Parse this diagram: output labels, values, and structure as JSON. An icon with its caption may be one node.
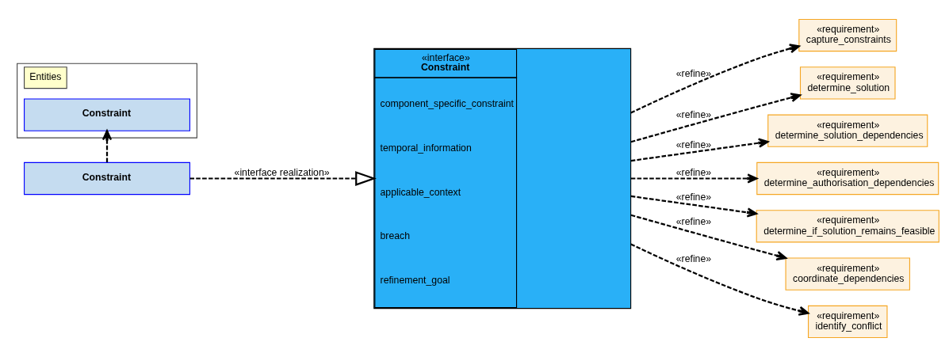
{
  "diagram": {
    "nodes": [
      {
        "text": [
          "Constraint"
        ]
      },
      {
        "text": [
          "Entities"
        ]
      },
      {
        "text": [
          "Constraint"
        ],
        "in": 1
      },
      {
        "text": [
          "«interface»",
          "Constraint",
          "component_specific_constraint",
          "temporal_information",
          "applicable_context",
          "breach",
          "refinement_goal"
        ]
      },
      {
        "text": [
          "«requirement»",
          "capture_constraints"
        ]
      },
      {
        "text": [
          "«requirement»",
          "determine_solution"
        ]
      },
      {
        "text": [
          "«requirement»",
          "determine_solution_dependencies"
        ]
      },
      {
        "text": [
          "«requirement»",
          "determine_authorisation_dependencies"
        ]
      },
      {
        "text": [
          "«requirement»",
          "determine_if_solution_remains_feasible"
        ]
      },
      {
        "text": [
          "«requirement»",
          "coordinate_dependencies"
        ]
      },
      {
        "text": [
          "«requirement»",
          "identify_conflict"
        ]
      }
    ],
    "edges": [
      {
        "from": 0,
        "to": 3,
        "arrow": "to",
        "label": "«interface realization»",
        "style": "dashed"
      },
      {
        "from": 0,
        "to": 2,
        "arrow": "to",
        "style": "dashed"
      },
      {
        "from": 3,
        "to": 4,
        "arrow": "to",
        "label": "«refine»",
        "style": "dashed"
      },
      {
        "from": 3,
        "to": 5,
        "arrow": "to",
        "label": "«refine»",
        "style": "dashed"
      },
      {
        "from": 3,
        "to": 6,
        "arrow": "to",
        "label": "«refine»",
        "style": "dashed"
      },
      {
        "from": 3,
        "to": 7,
        "arrow": "to",
        "label": "«refine»",
        "style": "dashed"
      },
      {
        "from": 3,
        "to": 8,
        "arrow": "to",
        "label": "«refine»",
        "style": "dashed"
      },
      {
        "from": 3,
        "to": 9,
        "arrow": "to",
        "label": "«refine»",
        "style": "dashed"
      },
      {
        "from": 3,
        "to": 10,
        "arrow": "to",
        "label": "«refine»",
        "style": "dashed"
      }
    ]
  }
}
